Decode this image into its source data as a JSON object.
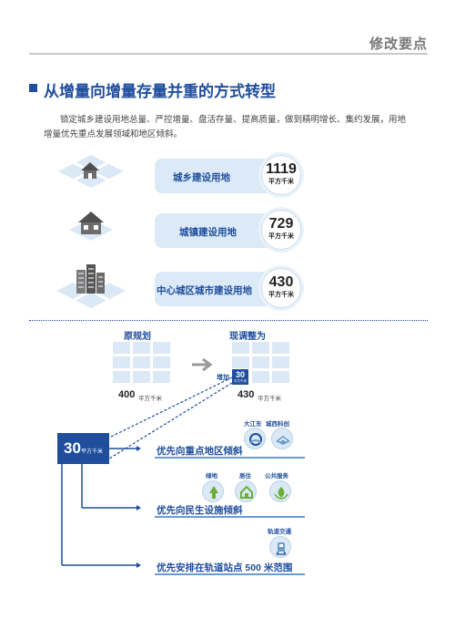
{
  "header": {
    "title": "修改要点"
  },
  "section": {
    "title": "从增量向增量存量并重的方式转型",
    "intro": "锁定城乡建设用地总量、严控增量、盘活存量、提高质量，做到精明增长、集约发展，用地增量优先重点发展领域和地区倾斜。"
  },
  "rows": [
    {
      "label": "城乡建设用地",
      "value": "1119",
      "unit": "平方千米"
    },
    {
      "label": "城镇建设用地",
      "value": "729",
      "unit": "平方千米"
    },
    {
      "label": "中心城区城市建设用地",
      "value": "430",
      "unit": "平方千米"
    }
  ],
  "plan": {
    "original_label": "原规划",
    "original_value": "400",
    "original_unit": "平方千米",
    "current_label": "现调整为",
    "current_value": "430",
    "current_unit": "平方千米",
    "add_label": "增加",
    "add_value": "30",
    "add_unit": "平方千米"
  },
  "increment": {
    "value": "30",
    "unit": "平方千米"
  },
  "priorities": [
    {
      "label": "优先向重点地区倾斜",
      "icons": [
        "大江东",
        "城西科创"
      ]
    },
    {
      "label": "优先向民生设施倾斜",
      "icons": [
        "绿地",
        "居住",
        "公共服务"
      ]
    },
    {
      "label": "优先安排在轨道站点 500 米范围",
      "icons": [
        "轨道交通"
      ]
    }
  ],
  "colors": {
    "primary": "#1f4e9c",
    "light": "#dbeaf6",
    "green": "#6cae3a"
  }
}
